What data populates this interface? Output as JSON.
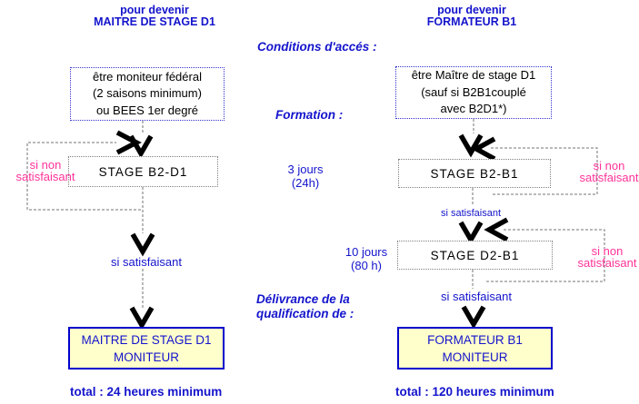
{
  "colors": {
    "blue_text": "#1414cc",
    "pink_text": "#ff3399",
    "black_text": "#000000",
    "result_box_fill": "#ffffcc",
    "result_box_border": "#0000cc",
    "condition_box_border": "#3333cc",
    "connector_line": "#737373",
    "arrowhead": "#000000"
  },
  "left": {
    "header_line1": "pour devenir",
    "header_line2": "MAITRE DE STAGE D1",
    "condition_box": [
      "être moniteur fédéral",
      "(2 saisons minimum)",
      "ou BEES 1er degré"
    ],
    "stage_box": "STAGE B2-D1",
    "fail_label": [
      "si non",
      "satisfaisant"
    ],
    "pass_label": "si satisfaisant",
    "result_box": [
      "MAITRE DE STAGE D1",
      "MONITEUR"
    ],
    "total": "total : 24 heures minimum"
  },
  "middle": {
    "conditions_label": "Conditions d'accés :",
    "formation_label": "Formation :",
    "delivrance_line1": "Délivrance de la",
    "delivrance_line2": "qualification de :"
  },
  "right": {
    "header_line1": "pour devenir",
    "header_line2": "FORMATEUR B1",
    "condition_box": [
      "être Maître de stage D1",
      "(sauf si B2B1couplé",
      "avec B2D1*)"
    ],
    "stage1_duration": [
      "3 jours",
      "(24h)"
    ],
    "stage1_box": "STAGE B2-B1",
    "stage1_fail": [
      "si non",
      "satisfaisant"
    ],
    "stage1_pass": "si satisfaisant",
    "stage2_duration": [
      "10 jours",
      "(80 h)"
    ],
    "stage2_box": "STAGE D2-B1",
    "stage2_fail": [
      "si non",
      "satisfaisant"
    ],
    "stage2_pass": "si satisfaisant",
    "result_box": [
      "FORMATEUR B1",
      "MONITEUR"
    ],
    "total": "total : 120 heures minimum"
  }
}
